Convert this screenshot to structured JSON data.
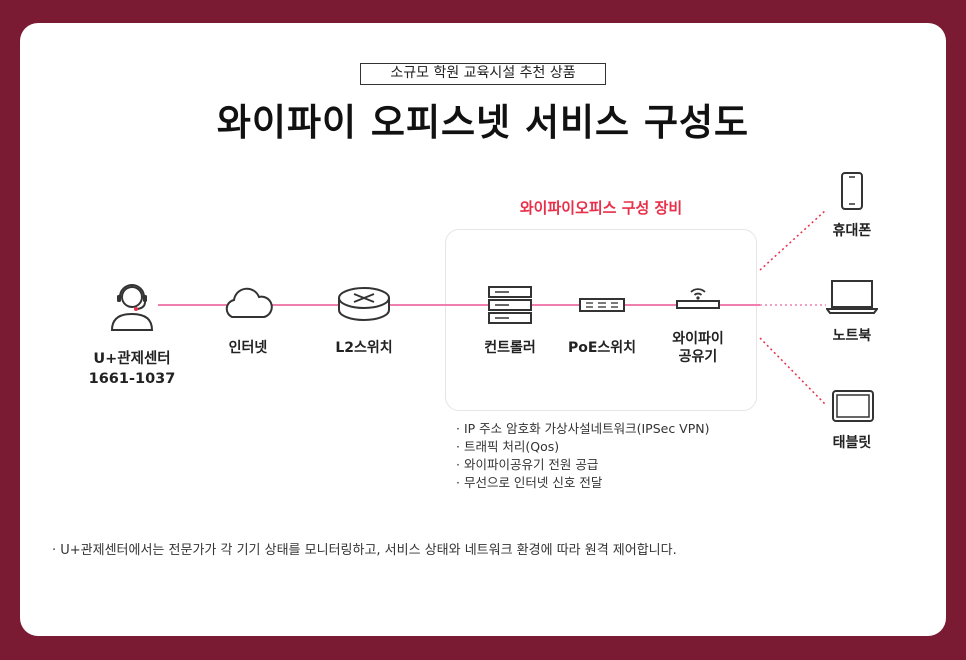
{
  "header": {
    "subtitle": "소규모 학원 교육시설 추천 상품",
    "title": "와이파이 오피스넷 서비스 구성도"
  },
  "equipment_group": {
    "title": "와이파이오피스 구성 장비"
  },
  "nodes": {
    "center": {
      "name": "U+관제센터",
      "phone": "1661-1037",
      "icon": "operator-headset-icon"
    },
    "internet": {
      "label": "인터넷",
      "icon": "cloud-icon"
    },
    "l2switch": {
      "label": "L2스위치",
      "icon": "router-icon"
    },
    "controller": {
      "label": "컨트롤러",
      "icon": "server-icon"
    },
    "poe": {
      "label": "PoE스위치",
      "icon": "switch-icon"
    },
    "ap": {
      "label_line1": "와이파이",
      "label_line2": "공유기",
      "icon": "wifi-ap-icon"
    },
    "phone": {
      "label": "휴대폰",
      "icon": "smartphone-icon"
    },
    "laptop": {
      "label": "노트북",
      "icon": "laptop-icon"
    },
    "tablet": {
      "label": "태블릿",
      "icon": "tablet-icon"
    }
  },
  "notes": [
    "· IP 주소 암호화 가상사설네트워크(IPSec VPN)",
    "· 트래픽 처리(Qos)",
    "· 와이파이공유기 전원 공급",
    "· 무선으로 인터넷 신호 전달"
  ],
  "footnote": "· U+관제센터에서는 전문가가 각 기기 상태를 모니터링하고, 서비스 상태와 네트워크 환경에 따라 원격 제어합니다.",
  "colors": {
    "background": "#7a1a33",
    "accent": "#e8304a",
    "line": "#f07fb0"
  }
}
